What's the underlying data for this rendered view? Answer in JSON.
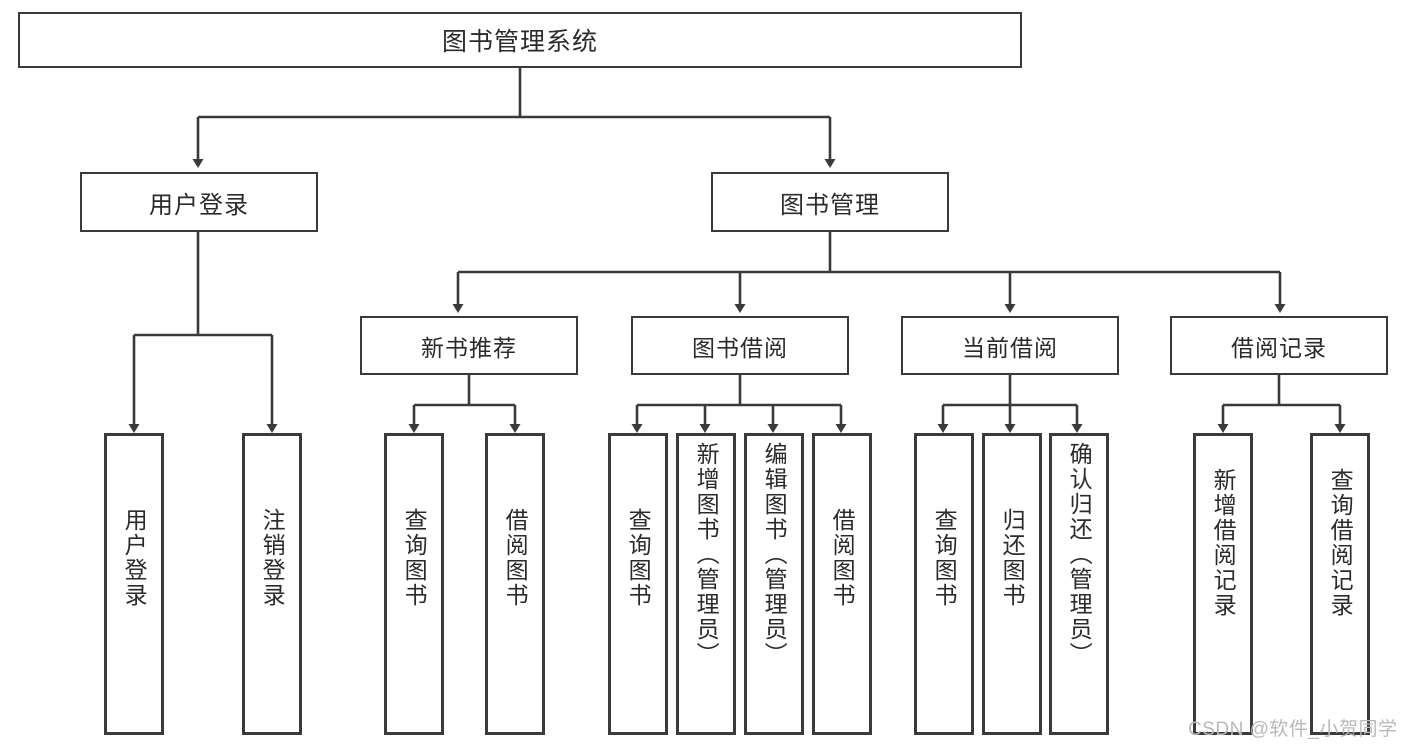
{
  "diagram": {
    "title_text": "图书管理系统",
    "type": "hierarchy-tree",
    "line_color": "#3a3a3a",
    "text_color": "#2b2b2b",
    "background": "#ffffff"
  },
  "root": {
    "label": "图书管理系统"
  },
  "level2": [
    {
      "label": "用户登录"
    },
    {
      "label": "图书管理"
    }
  ],
  "level3": [
    {
      "label": "新书推荐"
    },
    {
      "label": "图书借阅"
    },
    {
      "label": "当前借阅"
    },
    {
      "label": "借阅记录"
    }
  ],
  "leaves": {
    "user_login": [
      {
        "label": "用户登录"
      },
      {
        "label": "注销登录"
      }
    ],
    "new_book_rec": [
      {
        "label": "查询图书"
      },
      {
        "label": "借阅图书"
      }
    ],
    "book_borrow": [
      {
        "label": "查询图书"
      },
      {
        "label": "新增图书（管理员）"
      },
      {
        "label": "编辑图书（管理员）"
      },
      {
        "label": "借阅图书"
      }
    ],
    "current_borrow": [
      {
        "label": "查询图书"
      },
      {
        "label": "归还图书"
      },
      {
        "label": "确认归还（管理员）"
      }
    ],
    "borrow_record": [
      {
        "label": "新增借阅记录"
      },
      {
        "label": "查询借阅记录"
      }
    ]
  },
  "watermark": {
    "text": "CSDN @软件_小贺同学"
  }
}
